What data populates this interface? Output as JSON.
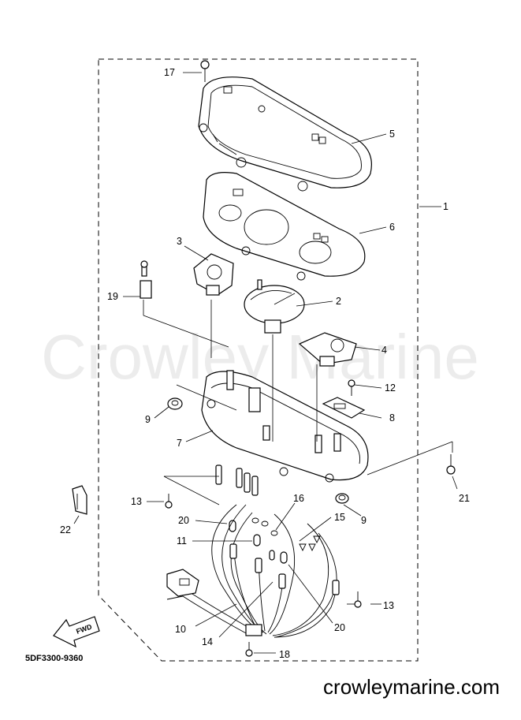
{
  "watermark": "Crowley Marine",
  "website": "crowleymarine.com",
  "diagram_code": "5DF3300-9360",
  "fwd_label": "FWD",
  "callouts": {
    "c1": "1",
    "c2": "2",
    "c3": "3",
    "c4": "4",
    "c5": "5",
    "c6": "6",
    "c7": "7",
    "c8": "8",
    "c9a": "9",
    "c9b": "9",
    "c10": "10",
    "c11": "11",
    "c12": "12",
    "c13a": "13",
    "c13b": "13",
    "c14": "14",
    "c15": "15",
    "c16": "16",
    "c17": "17",
    "c18": "18",
    "c19": "19",
    "c20a": "20",
    "c20b": "20",
    "c21": "21",
    "c22": "22"
  }
}
